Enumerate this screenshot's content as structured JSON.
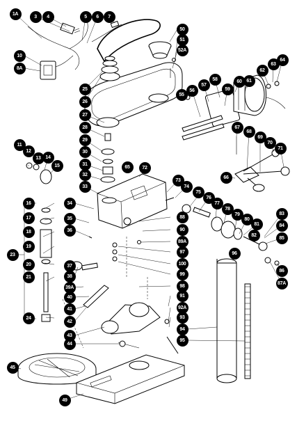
{
  "diagram": {
    "labels": [
      {
        "id": "lbl-1a",
        "text": "1A"
      },
      {
        "id": "lbl-3",
        "text": "3"
      },
      {
        "id": "lbl-4",
        "text": "4"
      },
      {
        "id": "lbl-5",
        "text": "5"
      },
      {
        "id": "lbl-6",
        "text": "6"
      },
      {
        "id": "lbl-7",
        "text": "7"
      },
      {
        "id": "lbl-10",
        "text": "10"
      },
      {
        "id": "lbl-8a",
        "text": "8A"
      },
      {
        "id": "lbl-25",
        "text": "25"
      },
      {
        "id": "lbl-26",
        "text": "26"
      },
      {
        "id": "lbl-27",
        "text": "27"
      },
      {
        "id": "lbl-28",
        "text": "28"
      },
      {
        "id": "lbl-29",
        "text": "29"
      },
      {
        "id": "lbl-30",
        "text": "30"
      },
      {
        "id": "lbl-31",
        "text": "31"
      },
      {
        "id": "lbl-32",
        "text": "32"
      },
      {
        "id": "lbl-33",
        "text": "33"
      },
      {
        "id": "lbl-11",
        "text": "11"
      },
      {
        "id": "lbl-12",
        "text": "12"
      },
      {
        "id": "lbl-13",
        "text": "13"
      },
      {
        "id": "lbl-14",
        "text": "14"
      },
      {
        "id": "lbl-15",
        "text": "15"
      },
      {
        "id": "lbl-16",
        "text": "16"
      },
      {
        "id": "lbl-17",
        "text": "17"
      },
      {
        "id": "lbl-18",
        "text": "18"
      },
      {
        "id": "lbl-19",
        "text": "19"
      },
      {
        "id": "lbl-20",
        "text": "20"
      },
      {
        "id": "lbl-21",
        "text": "21"
      },
      {
        "id": "lbl-23",
        "text": "23"
      },
      {
        "id": "lbl-24",
        "text": "24"
      },
      {
        "id": "lbl-34",
        "text": "34"
      },
      {
        "id": "lbl-35",
        "text": "35"
      },
      {
        "id": "lbl-36",
        "text": "36"
      },
      {
        "id": "lbl-37",
        "text": "37"
      },
      {
        "id": "lbl-38",
        "text": "38"
      },
      {
        "id": "lbl-39a",
        "text": "39A"
      },
      {
        "id": "lbl-40",
        "text": "40"
      },
      {
        "id": "lbl-41",
        "text": "41"
      },
      {
        "id": "lbl-42",
        "text": "42"
      },
      {
        "id": "lbl-43",
        "text": "43"
      },
      {
        "id": "lbl-44",
        "text": "44"
      },
      {
        "id": "lbl-45",
        "text": "45"
      },
      {
        "id": "lbl-49",
        "text": "49"
      },
      {
        "id": "lbl-50",
        "text": "50"
      },
      {
        "id": "lbl-51",
        "text": "51"
      },
      {
        "id": "lbl-52a",
        "text": "52A"
      },
      {
        "id": "lbl-55",
        "text": "55"
      },
      {
        "id": "lbl-56",
        "text": "56"
      },
      {
        "id": "lbl-57",
        "text": "57"
      },
      {
        "id": "lbl-58",
        "text": "58"
      },
      {
        "id": "lbl-59",
        "text": "59"
      },
      {
        "id": "lbl-60",
        "text": "60"
      },
      {
        "id": "lbl-61",
        "text": "61"
      },
      {
        "id": "lbl-62",
        "text": "62"
      },
      {
        "id": "lbl-63",
        "text": "63"
      },
      {
        "id": "lbl-64",
        "text": "64"
      },
      {
        "id": "lbl-65",
        "text": "65"
      },
      {
        "id": "lbl-66",
        "text": "66"
      },
      {
        "id": "lbl-67",
        "text": "67"
      },
      {
        "id": "lbl-68",
        "text": "68"
      },
      {
        "id": "lbl-69",
        "text": "69"
      },
      {
        "id": "lbl-70",
        "text": "70"
      },
      {
        "id": "lbl-71",
        "text": "71"
      },
      {
        "id": "lbl-72",
        "text": "72"
      },
      {
        "id": "lbl-73",
        "text": "73"
      },
      {
        "id": "lbl-74",
        "text": "74"
      },
      {
        "id": "lbl-75",
        "text": "75"
      },
      {
        "id": "lbl-76",
        "text": "76"
      },
      {
        "id": "lbl-77",
        "text": "77"
      },
      {
        "id": "lbl-78",
        "text": "78"
      },
      {
        "id": "lbl-79",
        "text": "79"
      },
      {
        "id": "lbl-80",
        "text": "80"
      },
      {
        "id": "lbl-81",
        "text": "81"
      },
      {
        "id": "lbl-82",
        "text": "82"
      },
      {
        "id": "lbl-83",
        "text": "83"
      },
      {
        "id": "lbl-84",
        "text": "84"
      },
      {
        "id": "lbl-85",
        "text": "85"
      },
      {
        "id": "lbl-86",
        "text": "86"
      },
      {
        "id": "lbl-87a",
        "text": "87A"
      },
      {
        "id": "lbl-88",
        "text": "88"
      },
      {
        "id": "lbl-89a",
        "text": "89A"
      },
      {
        "id": "lbl-90",
        "text": "90"
      },
      {
        "id": "lbl-91",
        "text": "91"
      },
      {
        "id": "lbl-92a",
        "text": "92A"
      },
      {
        "id": "lbl-93",
        "text": "93"
      },
      {
        "id": "lbl-94",
        "text": "94"
      },
      {
        "id": "lbl-95",
        "text": "95"
      },
      {
        "id": "lbl-96",
        "text": "96"
      },
      {
        "id": "lbl-97",
        "text": "97"
      },
      {
        "id": "lbl-98",
        "text": "98"
      },
      {
        "id": "lbl-99",
        "text": "99"
      },
      {
        "id": "lbl-100",
        "text": "100"
      }
    ]
  }
}
